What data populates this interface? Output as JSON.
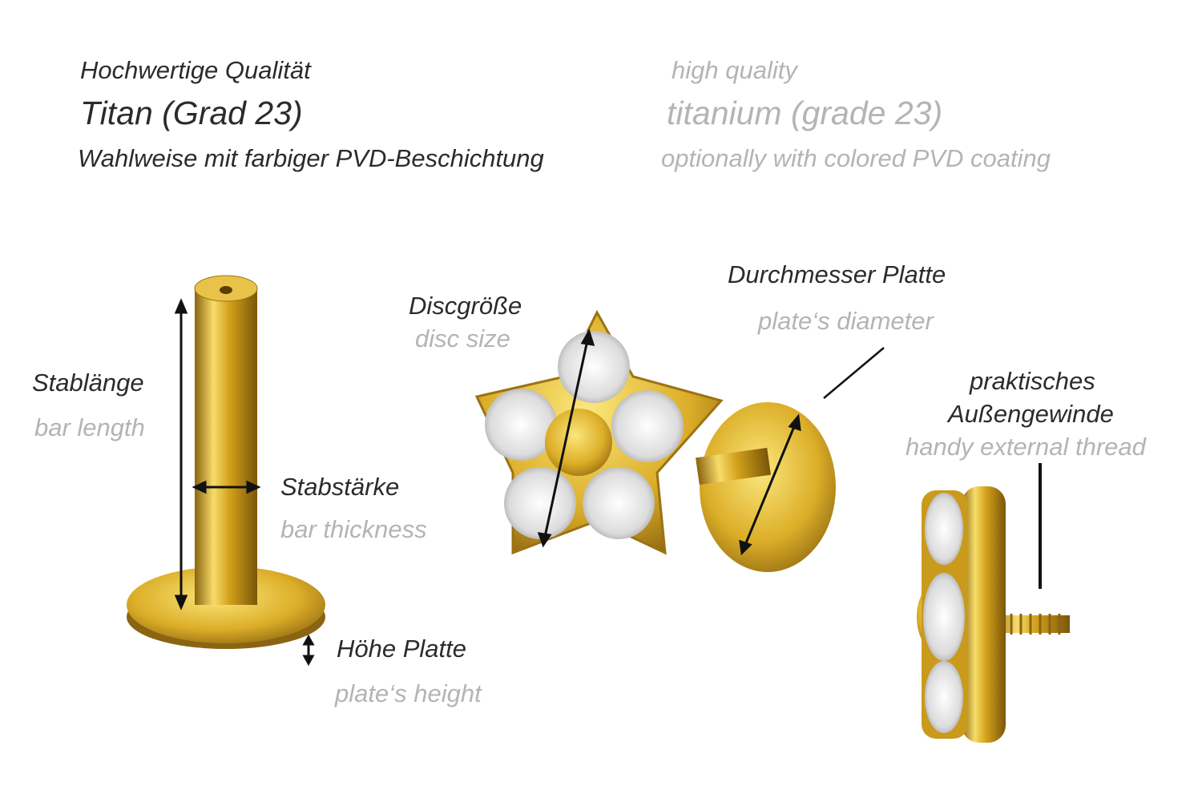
{
  "header": {
    "de": {
      "quality": "Hochwertige Qualität",
      "material": "Titan (Grad 23)",
      "coating": "Wahlweise mit farbiger PVD-Beschichtung"
    },
    "en": {
      "quality": "high quality",
      "material": "titanium (grade 23)",
      "coating": "optionally with colored PVD coating"
    }
  },
  "labels": {
    "bar_length": {
      "de": "Stablänge",
      "en": "bar length"
    },
    "bar_thickness": {
      "de": "Stabstärke",
      "en": "bar thickness"
    },
    "plate_height": {
      "de": "Höhe Platte",
      "en": "plate‘s height"
    },
    "disc_size": {
      "de": "Discgröße",
      "en": "disc size"
    },
    "plate_diameter": {
      "de": "Durchmesser Platte",
      "en": "plate‘s diameter"
    },
    "thread": {
      "de_line1": "praktisches",
      "de_line2": "Außengewinde",
      "en": "handy external thread"
    }
  },
  "colors": {
    "dark_text": "#2b2b2b",
    "grey_text": "#b4b4b4",
    "gold": "#d9a820"
  }
}
